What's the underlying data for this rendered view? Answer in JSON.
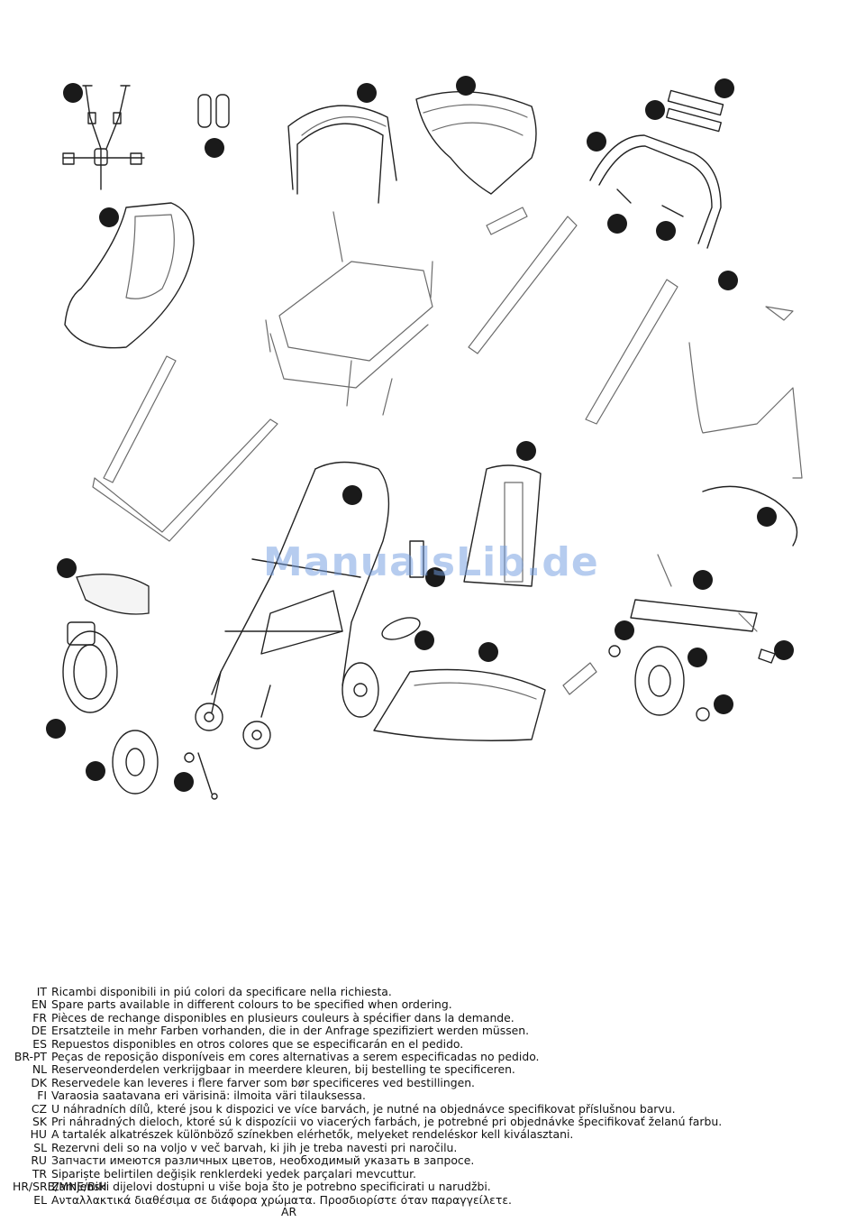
{
  "watermark": "ManualsLib.de",
  "legend": [
    {
      "code": "IT",
      "text": "Ricambi disponibili in piú colori da specificare nella richiesta."
    },
    {
      "code": "EN",
      "text": "Spare parts available in different colours to be specified when ordering."
    },
    {
      "code": "FR",
      "text": "Pièces de rechange disponibles en plusieurs couleurs à spécifier dans la demande."
    },
    {
      "code": "DE",
      "text": "Ersatzteile in mehr Farben vorhanden, die in der Anfrage spezifiziert werden müssen."
    },
    {
      "code": "ES",
      "text": "Repuestos disponibles en otros colores que se especificarán en el pedido."
    },
    {
      "code": "BR-PT",
      "text": "Peças de reposição disponíveis em cores alternativas a serem especificadas no pedido."
    },
    {
      "code": "NL",
      "text": "Reserveonderdelen verkrijgbaar in meerdere kleuren, bij bestelling te specificeren."
    },
    {
      "code": "DK",
      "text": "Reservedele kan leveres i flere farver som bør specificeres ved bestillingen."
    },
    {
      "code": "FI",
      "text": "Varaosia saatavana eri värisinä: ilmoita väri tilauksessa."
    },
    {
      "code": "CZ",
      "text": "U náhradních dílů, které jsou k dispozici ve více barvách, je nutné na objednávce specifikovat příslušnou barvu."
    },
    {
      "code": "SK",
      "text": "Pri náhradných dieloch, ktoré sú k dispozícii vo viacerých farbách, je potrebné pri objednávke špecifikovať želanú farbu."
    },
    {
      "code": "HU",
      "text": "A tartalék alkatrészek különböző színekben elérhetők, melyeket rendeléskor kell kiválasztani."
    },
    {
      "code": "SL",
      "text": "Rezervni deli so na voljo v več barvah, ki jih je treba navesti pri naročilu."
    },
    {
      "code": "RU",
      "text": "Запчасти имеются различных цветов, необходимый указать в запросе."
    },
    {
      "code": "TR",
      "text": "Sipariște belirtilen değișik renklerdeki yedek parçalari mevcuttur."
    },
    {
      "code": "HR/SRB/MNE/BiH",
      "text": "Zamjenski dijelovi dostupni u više boja što je potrebno specificirati u narudžbi."
    },
    {
      "code": "EL",
      "text": "Ανταλλακτικά διαθέσιμα σε διάφορα χρώματα. Προσδιορίστε όταν παραγγείλετε."
    }
  ],
  "legend_last": "AR",
  "colors": {
    "badge": "#1a1a1a",
    "line": "#222222",
    "watermark": "#6f9be0"
  }
}
